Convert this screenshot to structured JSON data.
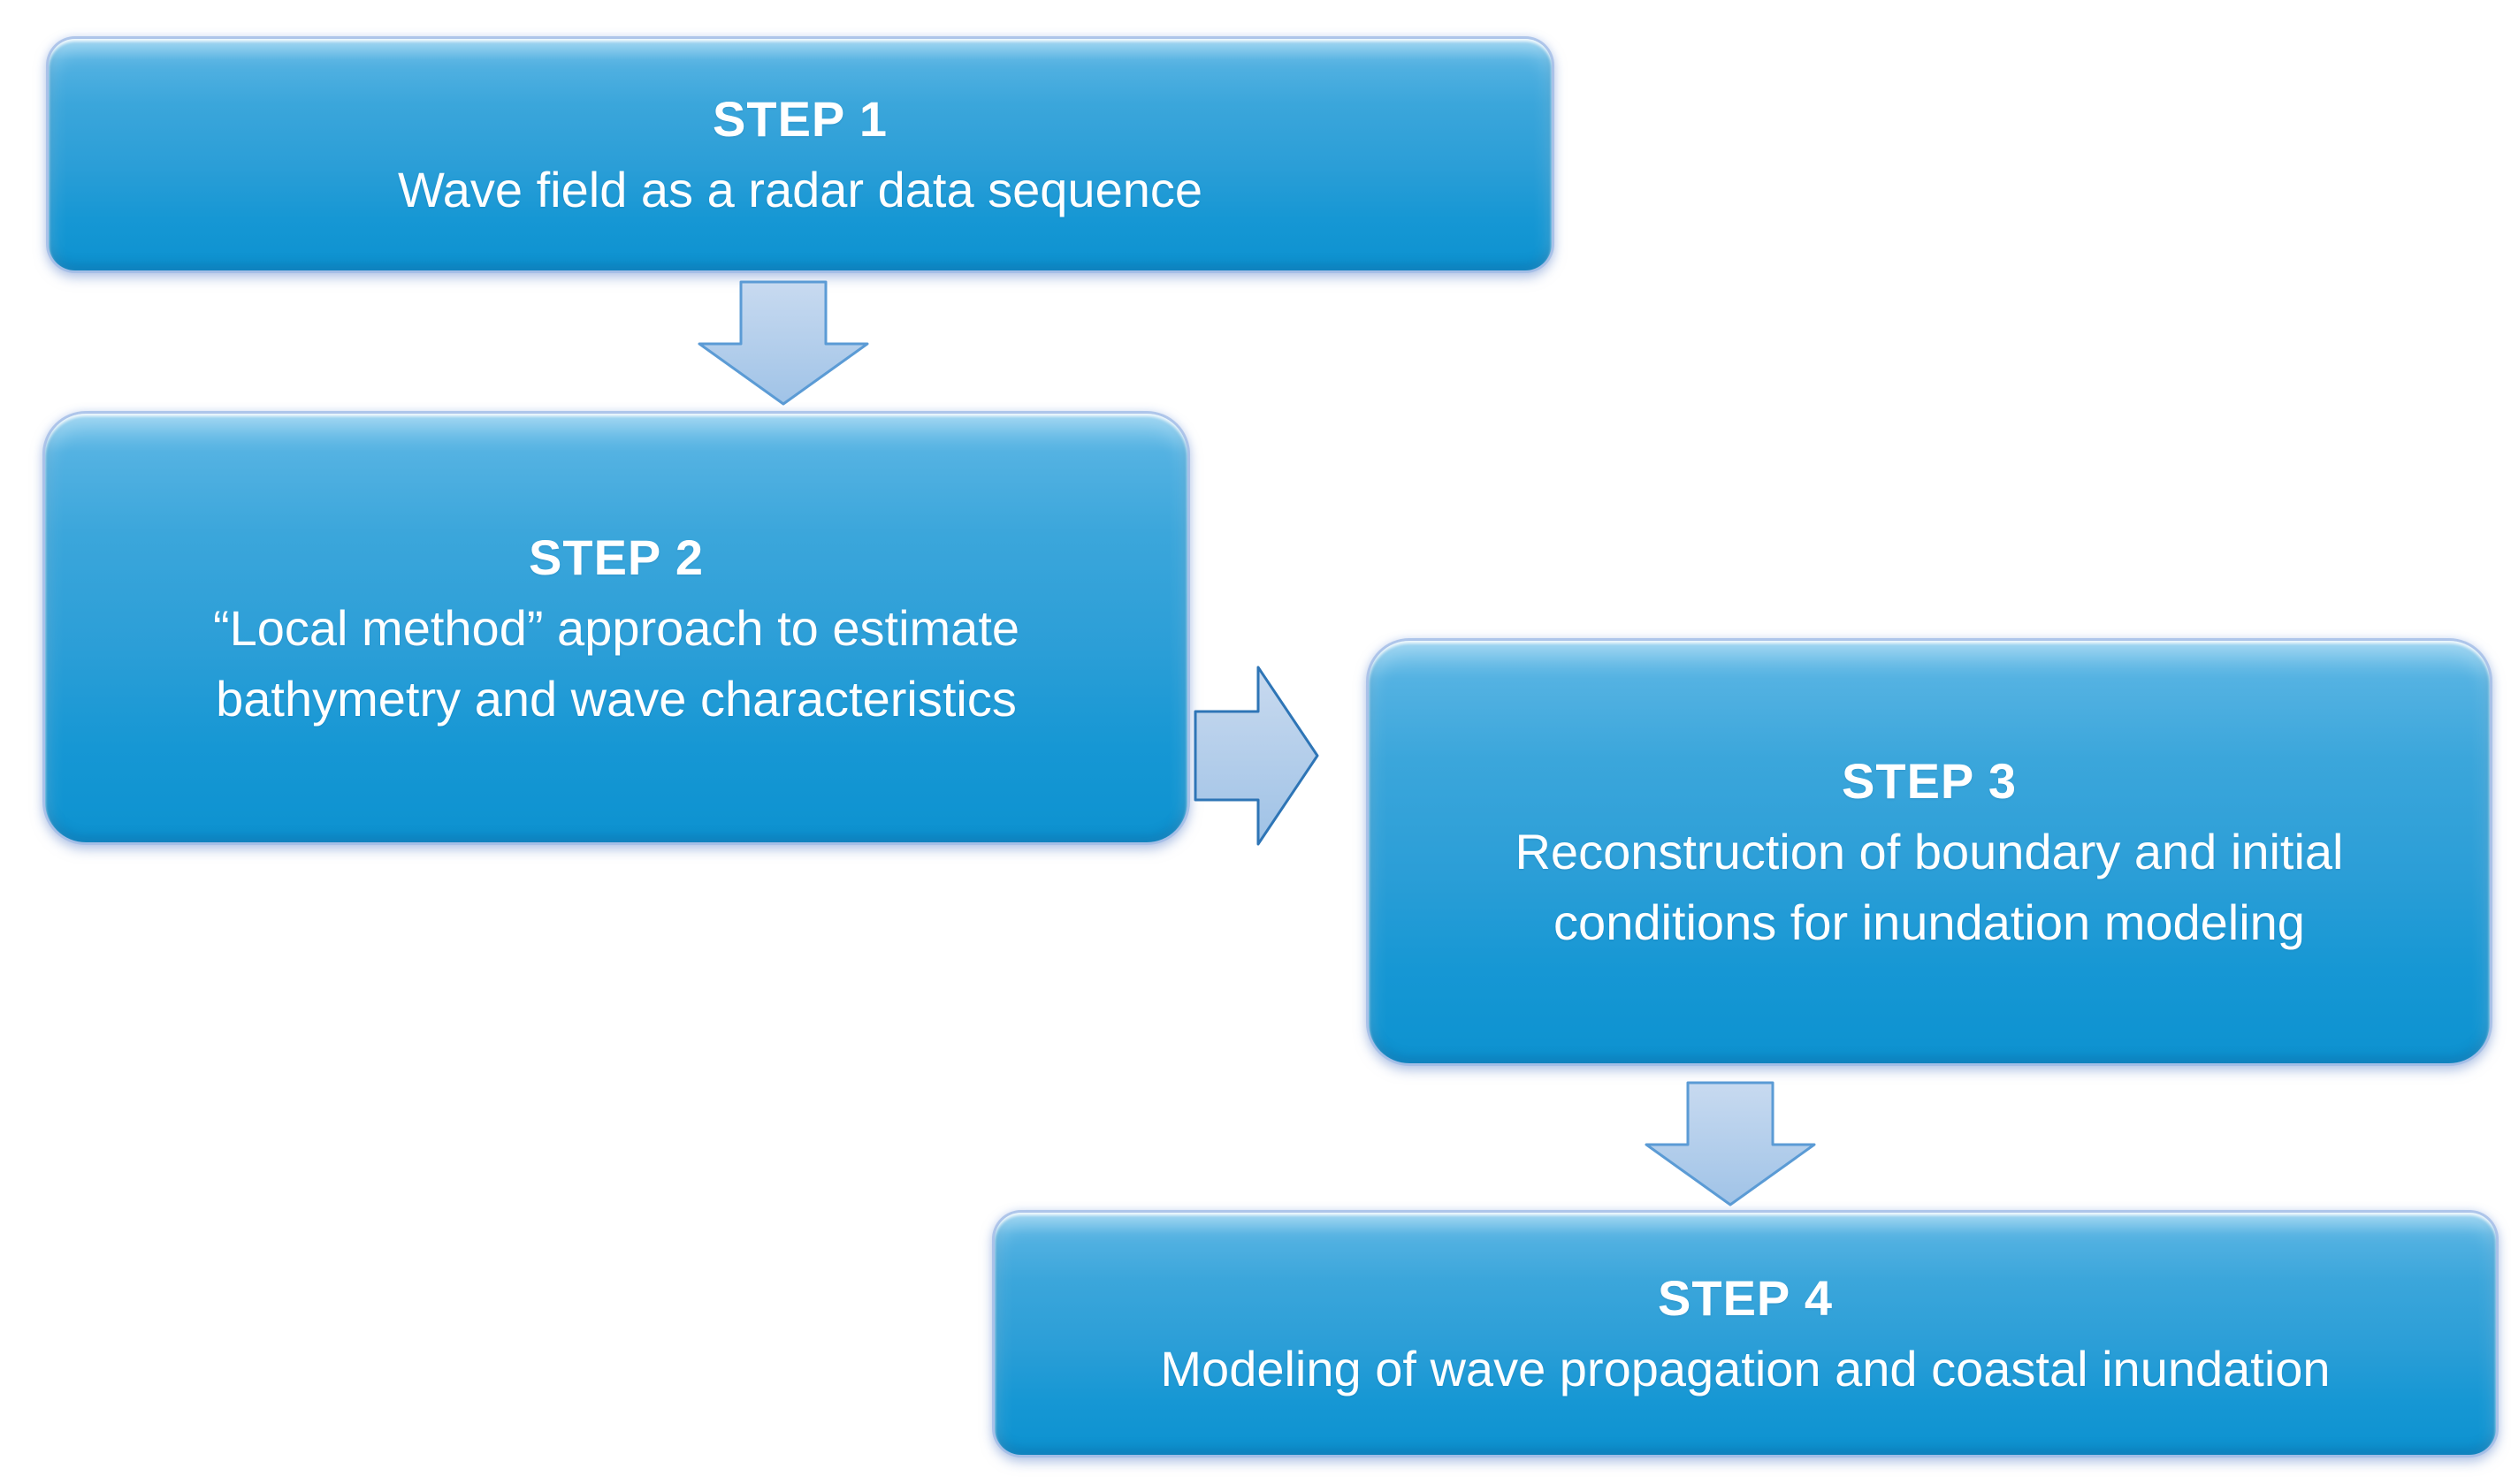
{
  "figure": {
    "type": "flowchart",
    "background_color": "#ffffff",
    "description": "Four-step process flow diagram connected by block arrows"
  },
  "steps": [
    {
      "id": "step-1",
      "title": "STEP 1",
      "lines": [
        "Wave field as a radar data sequence"
      ]
    },
    {
      "id": "step-2",
      "title": "STEP 2",
      "lines": [
        "“Local method” approach to estimate",
        "bathymetry and wave characteristics"
      ]
    },
    {
      "id": "step-3",
      "title": "STEP 3",
      "lines": [
        "Reconstruction of boundary and initial",
        "conditions for inundation modeling"
      ]
    },
    {
      "id": "step-4",
      "title": "STEP 4",
      "lines": [
        "Modeling of wave propagation and coastal inundation"
      ]
    }
  ],
  "arrows": [
    {
      "id": "arrow-1",
      "direction": "down",
      "from": "step-1",
      "to": "step-2"
    },
    {
      "id": "arrow-2",
      "direction": "right",
      "from": "step-2",
      "to": "step-3"
    },
    {
      "id": "arrow-3",
      "direction": "down",
      "from": "step-3",
      "to": "step-4"
    }
  ],
  "colors": {
    "box_gradient_top": "#86cbee",
    "box_gradient_mid": "#2b9ed7",
    "box_gradient_bottom": "#0d92d0",
    "box_outer_glow": "#9eb9e6",
    "box_text": "#ffffff",
    "arrow_fill_top": "#c8daf0",
    "arrow_fill_bottom": "#a0c3e7",
    "arrow_border_down": "#5b9bd5",
    "arrow_border_right": "#2e75b6"
  }
}
